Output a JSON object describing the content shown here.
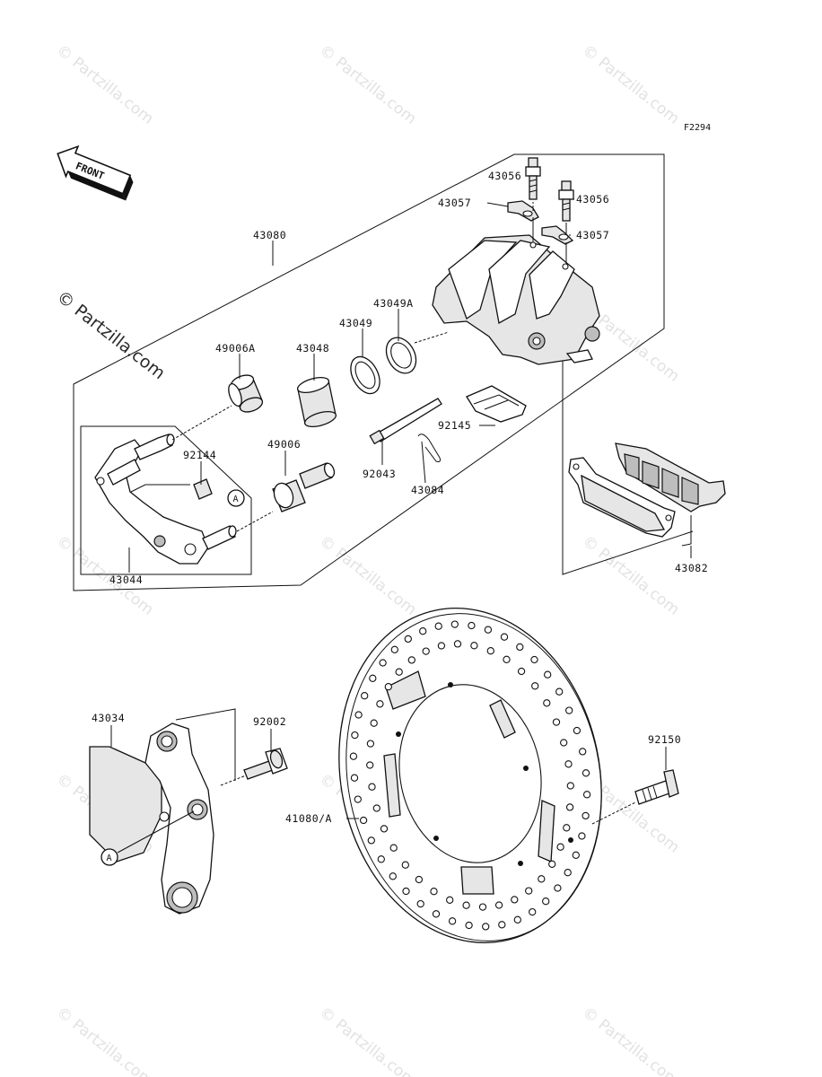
{
  "watermark": {
    "symbol": "©",
    "text": "Partzilla.com",
    "corner_mark": "© Partzilla.com"
  },
  "figure_code": "F2294",
  "front_label": "FRONT",
  "callouts": {
    "c43056a": "43056",
    "c43056b": "43056",
    "c43057a": "43057",
    "c43057b": "43057",
    "c43080": "43080",
    "c43049A": "43049A",
    "c43049": "43049",
    "c43048": "43048",
    "c49006A": "49006A",
    "c92144": "92144",
    "c49006": "49006",
    "c92145": "92145",
    "c92043": "92043",
    "c43084": "43084",
    "c43044": "43044",
    "c43082": "43082",
    "c43034": "43034",
    "c92002": "92002",
    "c92150": "92150",
    "c41080A": "41080/A",
    "refA1": "A",
    "refA2": "A"
  }
}
